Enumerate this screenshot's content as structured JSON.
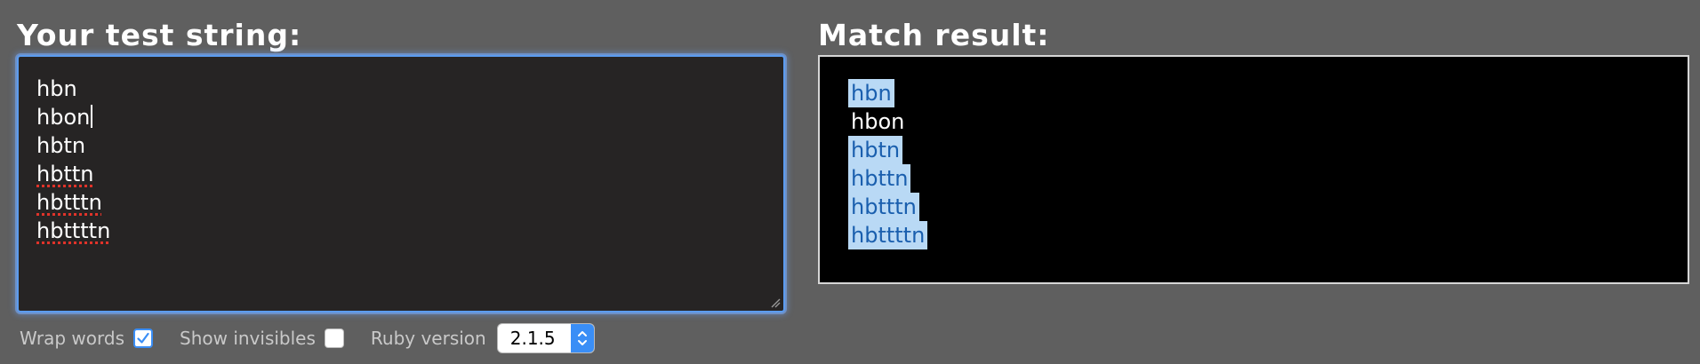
{
  "test_panel": {
    "heading": "Your test string:",
    "lines": [
      "hbn",
      "hbon",
      "hbtn",
      "hbttn",
      "hbtttn",
      "hbttttn"
    ]
  },
  "result_panel": {
    "heading": "Match result:",
    "lines": [
      {
        "text": "hbn",
        "matched": true
      },
      {
        "text": "hbon",
        "matched": false
      },
      {
        "text": "hbtn",
        "matched": true
      },
      {
        "text": "hbttn",
        "matched": true
      },
      {
        "text": "hbtttn",
        "matched": true
      },
      {
        "text": "hbttttn",
        "matched": true
      }
    ]
  },
  "options": {
    "wrap_words_label": "Wrap words",
    "wrap_words_checked": true,
    "show_invisibles_label": "Show invisibles",
    "show_invisibles_checked": false,
    "ruby_version_label": "Ruby version",
    "ruby_version_value": "2.1.5"
  },
  "colors": {
    "background": "#5f5f5f",
    "focus_ring": "#5b9cf0",
    "match_highlight": "#b9d9f5",
    "match_text": "#1a5fae",
    "accent": "#3a8ef6",
    "spellcheck_underline": "#e0332a"
  },
  "icons": {
    "checkbox_check": "checkmark-icon",
    "select_arrows": "chevron-up-down-icon",
    "resize_grip": "resize-grip-icon"
  }
}
